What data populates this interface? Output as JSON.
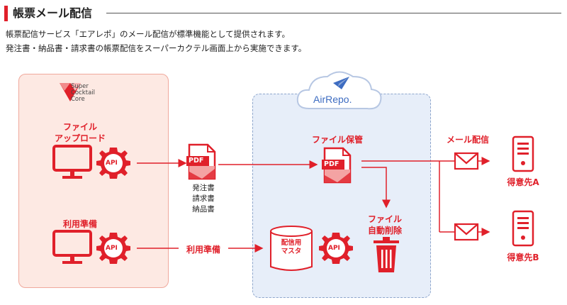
{
  "header": {
    "title": "帳票メール配信"
  },
  "description": {
    "line1": "帳票配信サービス「エアレポ」のメール配信が標準機能として提供されます。",
    "line2": "発注書・納品書・請求書の帳票配信をスーパーカクテル画面上から実施できます。"
  },
  "left_panel": {
    "logo_lines": [
      "Super",
      "Cocktail",
      "Core"
    ],
    "upload_label_line1": "ファイル",
    "upload_label_line2": "アップロード",
    "prep_label": "利用準備",
    "api_badge": "API"
  },
  "middle": {
    "pdf_badge": "PDF",
    "doc_types": [
      "発注書",
      "請求書",
      "納品書"
    ],
    "prep_arrow_label": "利用準備"
  },
  "right_panel": {
    "cloud_logo": "AirRepo.",
    "storage_label": "ファイル保管",
    "delete_label_line1": "ファイル",
    "delete_label_line2": "自動削除",
    "master_line1": "配信用",
    "master_line2": "マスタ",
    "api_badge": "API",
    "pdf_badge": "PDF"
  },
  "delivery": {
    "label": "メール配信",
    "recipient_a": "得意先A",
    "recipient_b": "得意先B"
  },
  "colors": {
    "accent": "#e0202a",
    "cloud_blue": "#3d6cc1",
    "panel_pink": "#fde9e3",
    "panel_blue": "#e7eef9"
  },
  "icons": [
    "monitor-icon",
    "gear-icon",
    "pdf-document-icon",
    "database-icon",
    "trash-icon",
    "envelope-icon",
    "server-icon",
    "cloud-icon",
    "paper-plane-icon",
    "triangle-logo-icon"
  ]
}
